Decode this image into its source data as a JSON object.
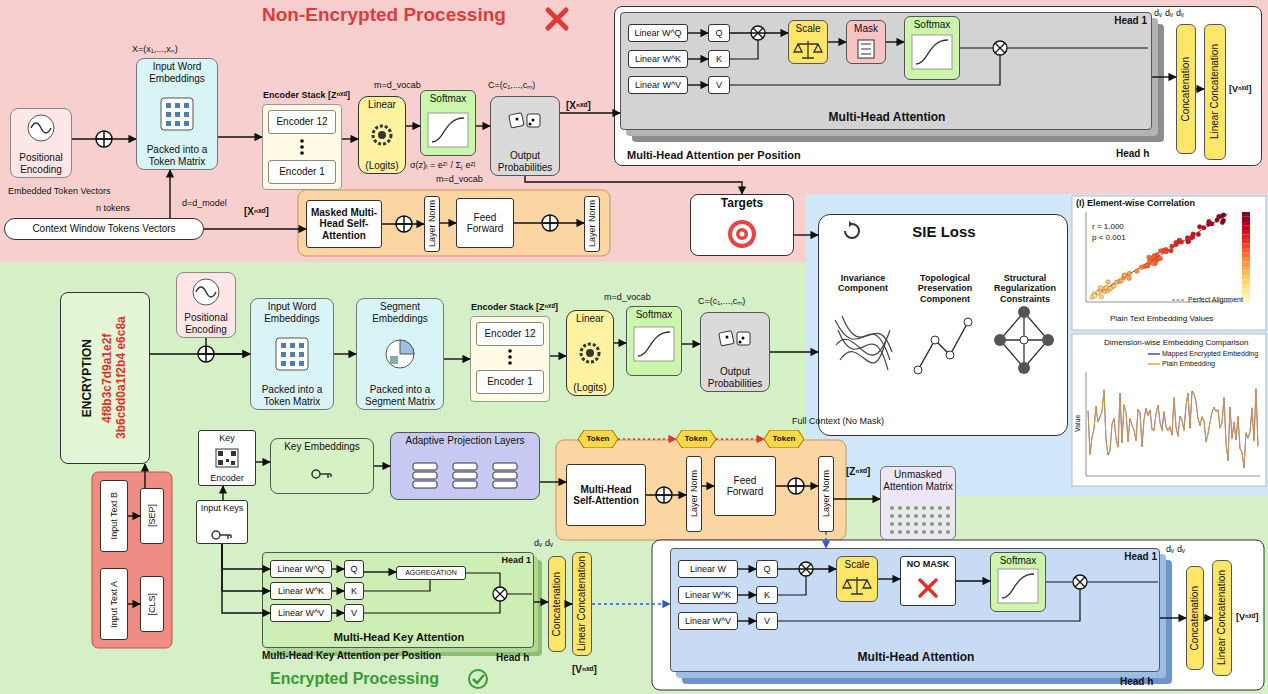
{
  "diagram": {
    "nodes": [
      {
        "text": [
          "Non-Encrypted Processing"
        ]
      },
      {
        "text": [
          "Positional Encoding"
        ],
        "in": 0
      },
      {
        "text": [
          "Input Word Embeddings",
          "Packed into a Token Matrix"
        ],
        "in": 0
      },
      {
        "text": [
          "Encoder Stack [Zⁿˣᵈ]"
        ],
        "in": 0
      },
      {
        "text": [
          "Encoder 12"
        ],
        "in": 3
      },
      {
        "text": [
          "Encoder 1"
        ],
        "in": 3
      },
      {
        "text": [
          "Linear",
          "(Logits)"
        ],
        "in": 0
      },
      {
        "text": [
          "Softmax"
        ],
        "in": 0
      },
      {
        "text": [
          "Output Probabilities"
        ],
        "in": 0
      },
      {
        "text": [
          "Multi-Head Attention per Position"
        ],
        "in": 0
      },
      {
        "text": [
          "Head 1",
          "Multi-Head Attention"
        ],
        "in": 9
      },
      {
        "text": [
          "Linear W^Q"
        ],
        "in": 10
      },
      {
        "text": [
          "Linear W^K"
        ],
        "in": 10
      },
      {
        "text": [
          "Linear W^V"
        ],
        "in": 10
      },
      {
        "text": [
          "Q"
        ],
        "in": 10
      },
      {
        "text": [
          "K"
        ],
        "in": 10
      },
      {
        "text": [
          "V"
        ],
        "in": 10
      },
      {
        "text": [
          "Scale"
        ],
        "in": 10
      },
      {
        "text": [
          "Mask"
        ],
        "in": 10
      },
      {
        "text": [
          "Softmax"
        ],
        "in": 10
      },
      {
        "text": [
          "Concatenation"
        ],
        "in": 9
      },
      {
        "text": [
          "Linear Concatenation"
        ],
        "in": 9
      },
      {
        "text": [
          "Context Window Tokens Vectors"
        ],
        "in": 0
      },
      {
        "text": [
          "Masked Multi-Head Self-Attention"
        ],
        "in": 0
      },
      {
        "text": [
          "Layer Norm"
        ],
        "in": 0
      },
      {
        "text": [
          "Feed Forward"
        ],
        "in": 0
      },
      {
        "text": [
          "Layer Norm"
        ],
        "in": 0
      },
      {
        "text": [
          "Targets"
        ],
        "in": 0
      },
      {
        "text": [
          "SIE Loss",
          "Invariance Component",
          "Topological Preservation Component",
          "Structural Regularization Constraints"
        ]
      },
      {
        "text": [
          "Encrypted Processing"
        ]
      },
      {
        "text": [
          "ENCRYPTION",
          "4f8b3c7d9a1e2f 3b6c9d0a1f2b4 e6c8a"
        ],
        "in": 29
      },
      {
        "text": [
          "Positional Encoding"
        ],
        "in": 29
      },
      {
        "text": [
          "Input Word Embeddings",
          "Packed into a Token Matrix"
        ],
        "in": 29
      },
      {
        "text": [
          "Segment Embeddings",
          "Packed into a Segment Matrix"
        ],
        "in": 29
      },
      {
        "text": [
          "Encoder Stack [Zⁿˣᵈ]"
        ],
        "in": 29
      },
      {
        "text": [
          "Encoder 12"
        ],
        "in": 34
      },
      {
        "text": [
          "Encoder 1"
        ],
        "in": 34
      },
      {
        "text": [
          "Linear",
          "(Logits)"
        ],
        "in": 29
      },
      {
        "text": [
          "Softmax"
        ],
        "in": 29
      },
      {
        "text": [
          "Output Probabilities"
        ],
        "in": 29
      },
      {
        "text": [
          "Input Text B"
        ],
        "in": 29
      },
      {
        "text": [
          "[SEP]"
        ],
        "in": 29
      },
      {
        "text": [
          "Input Text A"
        ],
        "in": 29
      },
      {
        "text": [
          "[CLS]"
        ],
        "in": 29
      },
      {
        "text": [
          "Key",
          "Encoder"
        ],
        "in": 29
      },
      {
        "text": [
          "Key Embeddings"
        ],
        "in": 29
      },
      {
        "text": [
          "Adaptive Projection Layers"
        ],
        "in": 29
      },
      {
        "text": [
          "Input Keys"
        ],
        "in": 29
      },
      {
        "text": [
          "Multi-Head Key Attention per Position"
        ],
        "in": 29
      },
      {
        "text": [
          "Head 1",
          "Multi-Head Key Attention"
        ],
        "in": 48
      },
      {
        "text": [
          "Linear W^Q"
        ],
        "in": 49
      },
      {
        "text": [
          "Linear W^K"
        ],
        "in": 49
      },
      {
        "text": [
          "Linear W^V"
        ],
        "in": 49
      },
      {
        "text": [
          "Q"
        ],
        "in": 49
      },
      {
        "text": [
          "K"
        ],
        "in": 49
      },
      {
        "text": [
          "V"
        ],
        "in": 49
      },
      {
        "text": [
          "AGGREGATION"
        ],
        "in": 49
      },
      {
        "text": [
          "Concatenation"
        ],
        "in": 48
      },
      {
        "text": [
          "Linear Concatenation"
        ],
        "in": 48
      },
      {
        "text": [
          "Multi-Head Self-Attention"
        ],
        "in": 29
      },
      {
        "text": [
          "Layer Norm"
        ],
        "in": 29
      },
      {
        "text": [
          "Feed Forward"
        ],
        "in": 29
      },
      {
        "text": [
          "Layer Norm"
        ],
        "in": 29
      },
      {
        "text": [
          "Token"
        ],
        "in": 29
      },
      {
        "text": [
          "Token"
        ],
        "in": 29
      },
      {
        "text": [
          "Token"
        ],
        "in": 29
      },
      {
        "text": [
          "Unmasked Attention Matrix"
        ],
        "in": 29
      },
      {
        "text": [
          "Head 1",
          "Multi-Head Attention"
        ],
        "in": 29
      },
      {
        "text": [
          "Linear W"
        ],
        "in": 67
      },
      {
        "text": [
          "Linear W^K"
        ],
        "in": 67
      },
      {
        "text": [
          "Linear W^V"
        ],
        "in": 67
      },
      {
        "text": [
          "Q"
        ],
        "in": 67
      },
      {
        "text": [
          "K"
        ],
        "in": 67
      },
      {
        "text": [
          "V"
        ],
        "in": 67
      },
      {
        "text": [
          "Scale"
        ],
        "in": 67
      },
      {
        "text": [
          "NO MASK"
        ],
        "in": 67
      },
      {
        "text": [
          "Softmax"
        ],
        "in": 67
      },
      {
        "text": [
          "Concatenation"
        ],
        "in": 29
      },
      {
        "text": [
          "Linear Concatenation"
        ],
        "in": 29
      }
    ],
    "edges": [
      {
        "from": 1,
        "to": 2,
        "arrow": "to"
      },
      {
        "from": 22,
        "to": 2,
        "arrow": "to"
      },
      {
        "from": 2,
        "to": 3,
        "arrow": "to"
      },
      {
        "from": 3,
        "to": 6,
        "arrow": "to"
      },
      {
        "from": 6,
        "to": 7,
        "arrow": "to"
      },
      {
        "from": 7,
        "to": 8,
        "arrow": "to"
      },
      {
        "from": 8,
        "to": 10,
        "arrow": "to"
      },
      {
        "from": 10,
        "to": 20,
        "arrow": "to"
      },
      {
        "from": 20,
        "to": 21,
        "arrow": "to"
      },
      {
        "from": 11,
        "to": 14,
        "arrow": "to"
      },
      {
        "from": 12,
        "to": 15,
        "arrow": "to"
      },
      {
        "from": 13,
        "to": 16,
        "arrow": "to"
      },
      {
        "from": 17,
        "to": 18,
        "arrow": "to"
      },
      {
        "from": 18,
        "to": 19,
        "arrow": "to"
      },
      {
        "from": 22,
        "to": 23,
        "arrow": "to"
      },
      {
        "from": 23,
        "to": 24,
        "arrow": "to"
      },
      {
        "from": 24,
        "to": 25,
        "arrow": "to"
      },
      {
        "from": 25,
        "to": 26,
        "arrow": "to"
      },
      {
        "from": 8,
        "to": 27,
        "arrow": "to"
      },
      {
        "from": 27,
        "to": 28,
        "arrow": "to"
      },
      {
        "from": 30,
        "to": 32,
        "arrow": "to"
      },
      {
        "from": 31,
        "to": 32,
        "arrow": "to"
      },
      {
        "from": 32,
        "to": 33,
        "arrow": "to"
      },
      {
        "from": 33,
        "to": 34,
        "arrow": "to"
      },
      {
        "from": 34,
        "to": 37,
        "arrow": "to"
      },
      {
        "from": 37,
        "to": 38,
        "arrow": "to"
      },
      {
        "from": 38,
        "to": 39,
        "arrow": "to"
      },
      {
        "from": 39,
        "to": 28,
        "arrow": "to"
      },
      {
        "from": 40,
        "to": 41,
        "arrow": "to"
      },
      {
        "from": 42,
        "to": 43,
        "arrow": "to"
      },
      {
        "from": 41,
        "to": 30,
        "arrow": "to"
      },
      {
        "from": 47,
        "to": 44,
        "arrow": "to"
      },
      {
        "from": 44,
        "to": 45,
        "arrow": "to"
      },
      {
        "from": 45,
        "to": 46,
        "arrow": "to"
      },
      {
        "from": 47,
        "to": 50,
        "arrow": "to"
      },
      {
        "from": 47,
        "to": 51,
        "arrow": "to"
      },
      {
        "from": 47,
        "to": 52,
        "arrow": "to"
      },
      {
        "from": 50,
        "to": 53,
        "arrow": "to"
      },
      {
        "from": 51,
        "to": 54,
        "arrow": "to"
      },
      {
        "from": 52,
        "to": 55,
        "arrow": "to"
      },
      {
        "from": 49,
        "to": 57,
        "arrow": "to"
      },
      {
        "from": 57,
        "to": 58,
        "arrow": "to"
      },
      {
        "from": 46,
        "to": 59,
        "arrow": "to"
      },
      {
        "from": 59,
        "to": 60,
        "arrow": "to"
      },
      {
        "from": 60,
        "to": 61,
        "arrow": "to"
      },
      {
        "from": 61,
        "to": 62,
        "arrow": "to"
      },
      {
        "from": 62,
        "to": 66,
        "arrow": "to"
      },
      {
        "from": 63,
        "to": 64,
        "arrow": "to"
      },
      {
        "from": 64,
        "to": 65,
        "arrow": "to"
      },
      {
        "from": 62,
        "to": 67,
        "arrow": "to"
      },
      {
        "from": 58,
        "to": 67,
        "arrow": "to"
      },
      {
        "from": 67,
        "to": 77,
        "arrow": "to"
      },
      {
        "from": 77,
        "to": 78,
        "arrow": "to"
      },
      {
        "from": 68,
        "to": 71,
        "arrow": "to"
      },
      {
        "from": 69,
        "to": 72,
        "arrow": "to"
      },
      {
        "from": 70,
        "to": 73,
        "arrow": "to"
      },
      {
        "from": 74,
        "to": 75,
        "arrow": "to"
      },
      {
        "from": 75,
        "to": 76,
        "arrow": "to"
      },
      {
        "from": 14,
        "to": 17,
        "arrow": "to"
      },
      {
        "from": 71,
        "to": 74,
        "arrow": "to"
      },
      {
        "from": 53,
        "to": 56,
        "arrow": "to"
      }
    ],
    "labels": [
      "X=(x₁,...,xₙ)",
      "m=d_vocab",
      "C=(c₁,...,cₘ)",
      "σ(z)ᵢ = eᶻⁱ / Σⱼ eᶻʲ",
      "m=d_vocab",
      "[Xⁿˣᵈ]",
      "Embedded Token Vectors",
      "n tokens",
      "d=d_model",
      "[Xⁿˣᵈ]",
      "dᵥ",
      "dᵥ",
      "dᵥ",
      "Head h",
      "[Vⁿˣᵈ]",
      "(I) Element-wise Correlation",
      "r = 1.000",
      "p < 0.001",
      "Perfect Alignment",
      "Plain Text Embedding Values",
      "Dimension-wise Embedding Comparison",
      "Mapped Encrypted Embedding",
      "Plain Embedding",
      "Value",
      "m=d_vocab",
      "C=(c₁,...,cₘ)",
      "Full Context (No Mask)",
      "[Zⁿˣᵈ]",
      "dᵥ",
      "dᵥ",
      "Head h",
      "[Vⁿˣᵈ]",
      "dᵥ",
      "dᵥ",
      "Head h",
      "[Vⁿˣᵈ]"
    ]
  }
}
